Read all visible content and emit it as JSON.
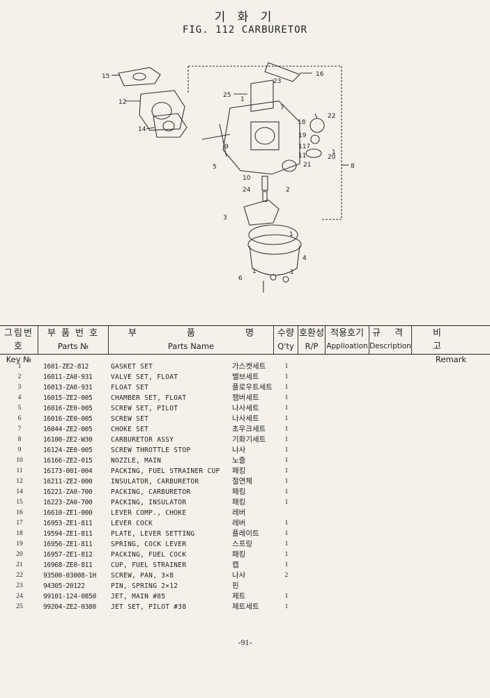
{
  "title_ko": "기 화 기",
  "title_en": "FIG. 112 CARBURETOR",
  "diagram_callouts": [
    "15",
    "12",
    "14",
    "25",
    "1",
    "7",
    "9",
    "5",
    "10",
    "24",
    "2",
    "3",
    "1",
    "4",
    "6",
    "1",
    "1",
    "16",
    "23",
    "22",
    "18",
    "19",
    "117",
    "1",
    "20",
    "21",
    "11",
    "8"
  ],
  "header": {
    "key_ko": "그림번호",
    "key_en": "Key №",
    "parts_no_ko": "부 품 번 호",
    "parts_no_en": "Parts №",
    "parts_name_ko_1": "부",
    "parts_name_ko_2": "품",
    "parts_name_ko_3": "명",
    "parts_name_en": "Parts Name",
    "qty_ko": "수량",
    "qty_en": "Q'ty",
    "rp_ko": "호환성",
    "rp_en": "R/P",
    "app_ko": "적용호기",
    "app_en": "Applioation",
    "desc_ko": "규 격",
    "desc_en": "Description",
    "remark_ko": "비 고",
    "remark_en": "Remark"
  },
  "rows": [
    {
      "key": "1",
      "part": "1601-ZE2-812",
      "name": "GASKET SET",
      "ko": "가스켓세트",
      "qty": "1"
    },
    {
      "key": "2",
      "part": "16011-ZA0-931",
      "name": "VALVE SET, FLOAT",
      "ko": "밸브세트",
      "qty": "1"
    },
    {
      "key": "3",
      "part": "16013-ZA0-931",
      "name": "FLOAT SET",
      "ko": "플로우트세트",
      "qty": "1"
    },
    {
      "key": "4",
      "part": "16015-ZE2-005",
      "name": "CHAMBER SET, FLOAT",
      "ko": "챔버세트",
      "qty": "1"
    },
    {
      "key": "5",
      "part": "16016-ZE0-005",
      "name": "SCREW SET, PILOT",
      "ko": "나사세트",
      "qty": "1"
    },
    {
      "key": "6",
      "part": "16016-ZE0-005",
      "name": "SCREW SET",
      "ko": "나사세트",
      "qty": "1"
    },
    {
      "key": "7",
      "part": "16044-ZE2-005",
      "name": "CHOKE SET",
      "ko": "초우크세트",
      "qty": "1"
    },
    {
      "key": "8",
      "part": "16100-ZE2-W30",
      "name": "CARBURETOR ASSY",
      "ko": "기화기세트",
      "qty": "1"
    },
    {
      "key": "9",
      "part": "16124-ZE0-005",
      "name": "SCREW THROTTLE STOP",
      "ko": "나사",
      "qty": "1"
    },
    {
      "key": "10",
      "part": "16166-ZE2-015",
      "name": "NOZZLE, MAIN",
      "ko": "노즐",
      "qty": "1"
    },
    {
      "key": "11",
      "part": "16173-001-004",
      "name": "PACKING, FUEL STRAINER CUP",
      "ko": "패킹",
      "qty": "1"
    },
    {
      "key": "12",
      "part": "16211-ZE2-000",
      "name": "INSULATOR, CARBURETOR",
      "ko": "절연체",
      "qty": "1"
    },
    {
      "key": "14",
      "part": "16221-ZA0-700",
      "name": "PACKING, CARBURETOR",
      "ko": "패킹",
      "qty": "1"
    },
    {
      "key": "15",
      "part": "16223-ZA0-700",
      "name": "PACKING, INSULATOR",
      "ko": "패킹",
      "qty": "1"
    },
    {
      "key": "16",
      "part": "16610-ZE1-000",
      "name": "LEVER COMP., CHOKE",
      "ko": "레버",
      "qty": ""
    },
    {
      "key": "17",
      "part": "16953-ZE1-811",
      "name": "LEVER COCK",
      "ko": "레버",
      "qty": "1"
    },
    {
      "key": "18",
      "part": "19594-ZE1-811",
      "name": "PLATE, LEVER SETTING",
      "ko": "플레이트",
      "qty": "1"
    },
    {
      "key": "19",
      "part": "16956-ZE1-811",
      "name": "SPRING, COCK LEVER",
      "ko": "스프링",
      "qty": "1"
    },
    {
      "key": "20",
      "part": "16957-ZE1-812",
      "name": "PACKING, FUEL COCK",
      "ko": "패킹",
      "qty": "1"
    },
    {
      "key": "21",
      "part": "16968-ZE0-811",
      "name": "CUP, FUEL STRAINER",
      "ko": "캡",
      "qty": "1"
    },
    {
      "key": "22",
      "part": "93500-03008-1H",
      "name": "SCREW, PAN, 3×8",
      "ko": "나사",
      "qty": "2"
    },
    {
      "key": "23",
      "part": "94305-20122",
      "name": "PIN, SPRING 2×12",
      "ko": "핀",
      "qty": ""
    },
    {
      "key": "24",
      "part": "99101-124-0850",
      "name": "JET, MAIN #85",
      "ko": "제트",
      "qty": "1"
    },
    {
      "key": "25",
      "part": "99204-ZE2-0380",
      "name": "JET SET, PILOT #38",
      "ko": "제트세트",
      "qty": "1"
    }
  ],
  "page_number": "-91-"
}
